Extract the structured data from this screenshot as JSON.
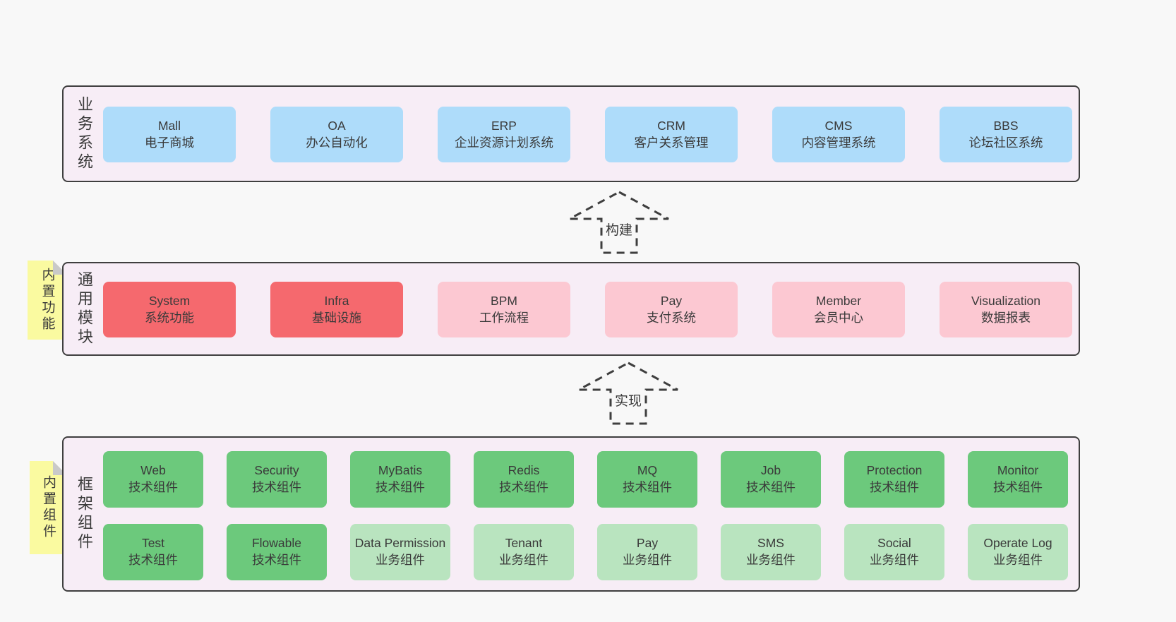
{
  "colors": {
    "page_bg": "#f8f8f8",
    "band_bg": "#f7edf6",
    "band_border": "#3f3f3f",
    "box_blue": "#aedcfa",
    "box_red": "#f5696e",
    "box_pink": "#fcc8d2",
    "box_green": "#6cc97c",
    "box_light_green": "#b9e4bf",
    "sticky_yellow": "#fafaa0",
    "sticky_fold_gray": "#c9c9c9",
    "text": "#3a3a3a"
  },
  "arrows": [
    {
      "label": "构建"
    },
    {
      "label": "实现"
    }
  ],
  "bands": [
    {
      "label": "业务系统",
      "rows": [
        [
          {
            "en": "Mall",
            "zh": "电子商城"
          },
          {
            "en": "OA",
            "zh": "办公自动化"
          },
          {
            "en": "ERP",
            "zh": "企业资源计划系统"
          },
          {
            "en": "CRM",
            "zh": "客户关系管理"
          },
          {
            "en": "CMS",
            "zh": "内容管理系统"
          },
          {
            "en": "BBS",
            "zh": "论坛社区系统"
          }
        ]
      ]
    },
    {
      "label": "通用模块",
      "sticky": "内置功能",
      "rows": [
        [
          {
            "en": "System",
            "zh": "系统功能"
          },
          {
            "en": "Infra",
            "zh": "基础设施"
          },
          {
            "en": "BPM",
            "zh": "工作流程"
          },
          {
            "en": "Pay",
            "zh": "支付系统"
          },
          {
            "en": "Member",
            "zh": "会员中心"
          },
          {
            "en": "Visualization",
            "zh": "数据报表"
          }
        ]
      ]
    },
    {
      "label": "框架组件",
      "sticky": "内置组件",
      "rows": [
        [
          {
            "en": "Web",
            "zh": "技术组件"
          },
          {
            "en": "Security",
            "zh": "技术组件"
          },
          {
            "en": "MyBatis",
            "zh": "技术组件"
          },
          {
            "en": "Redis",
            "zh": "技术组件"
          },
          {
            "en": "MQ",
            "zh": "技术组件"
          },
          {
            "en": "Job",
            "zh": "技术组件"
          },
          {
            "en": "Protection",
            "zh": "技术组件"
          },
          {
            "en": "Monitor",
            "zh": "技术组件"
          }
        ],
        [
          {
            "en": "Test",
            "zh": "技术组件"
          },
          {
            "en": "Flowable",
            "zh": "技术组件"
          },
          {
            "en": "Data Permission",
            "zh": "业务组件"
          },
          {
            "en": "Tenant",
            "zh": "业务组件"
          },
          {
            "en": "Pay",
            "zh": "业务组件"
          },
          {
            "en": "SMS",
            "zh": "业务组件"
          },
          {
            "en": "Social",
            "zh": "业务组件"
          },
          {
            "en": "Operate Log",
            "zh": "业务组件"
          }
        ]
      ]
    }
  ]
}
